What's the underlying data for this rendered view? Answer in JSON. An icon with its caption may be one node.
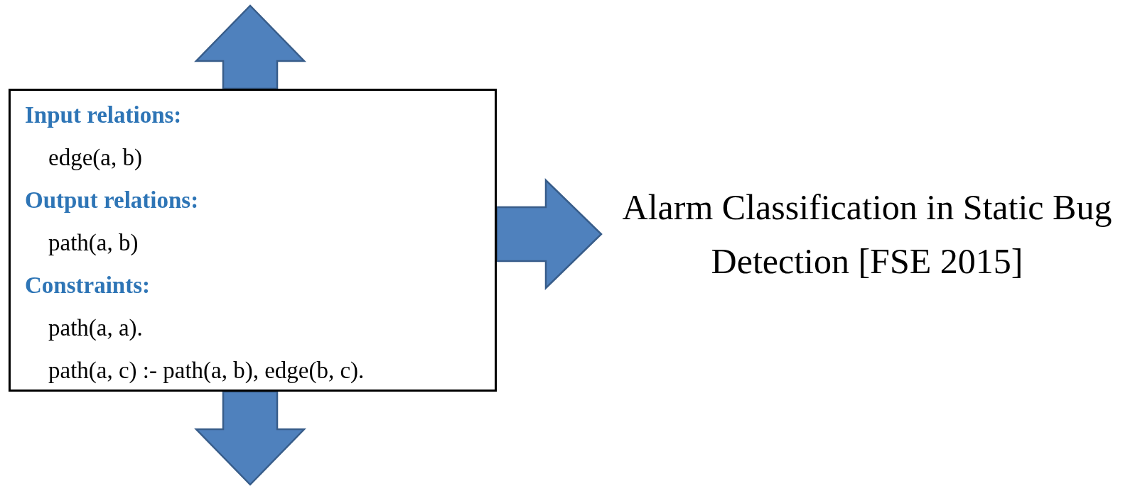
{
  "diagram": {
    "nodes": [
      {
        "text": [
          "Input relations:",
          "edge(a, b)",
          "Output relations:",
          "path(a, b)",
          "Constraints:",
          "path(a, a).",
          "path(a, c) :- path(a, b), edge(b, c)."
        ]
      },
      {
        "text": [
          "Alarm Classification in Static Bug Detection [FSE 2015]"
        ]
      }
    ],
    "edges": [
      {
        "from": 0,
        "to": 1,
        "arrow": "to",
        "style": "thick"
      },
      {
        "from": 0,
        "to": null,
        "arrow": "to",
        "style": "thick"
      },
      {
        "from": 0,
        "to": null,
        "arrow": "to",
        "style": "thick"
      }
    ]
  }
}
